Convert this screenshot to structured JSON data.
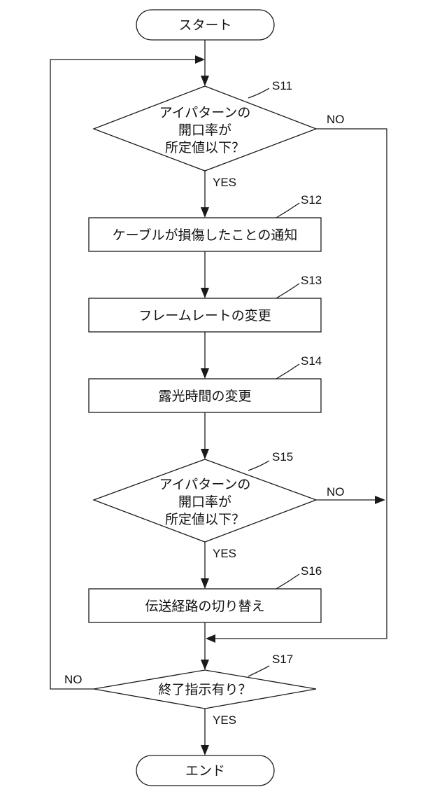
{
  "nodes": {
    "start": "スタート",
    "s11_line1": "アイパターンの",
    "s11_line2": "開口率が",
    "s11_line3": "所定値以下？",
    "s12": "ケーブルが損傷したことの通知",
    "s13": "フレームレートの変更",
    "s14": "露光時間の変更",
    "s15_line1": "アイパターンの",
    "s15_line2": "開口率が",
    "s15_line3": "所定値以下？",
    "s16": "伝送経路の切り替え",
    "s17": "終了指示有り？",
    "end": "エンド"
  },
  "steps": {
    "s11": "S11",
    "s12": "S12",
    "s13": "S13",
    "s14": "S14",
    "s15": "S15",
    "s16": "S16",
    "s17": "S17"
  },
  "branches": {
    "s11_yes": "YES",
    "s11_no": "NO",
    "s15_yes": "YES",
    "s15_no": "NO",
    "s17_yes": "YES",
    "s17_no": "NO"
  }
}
